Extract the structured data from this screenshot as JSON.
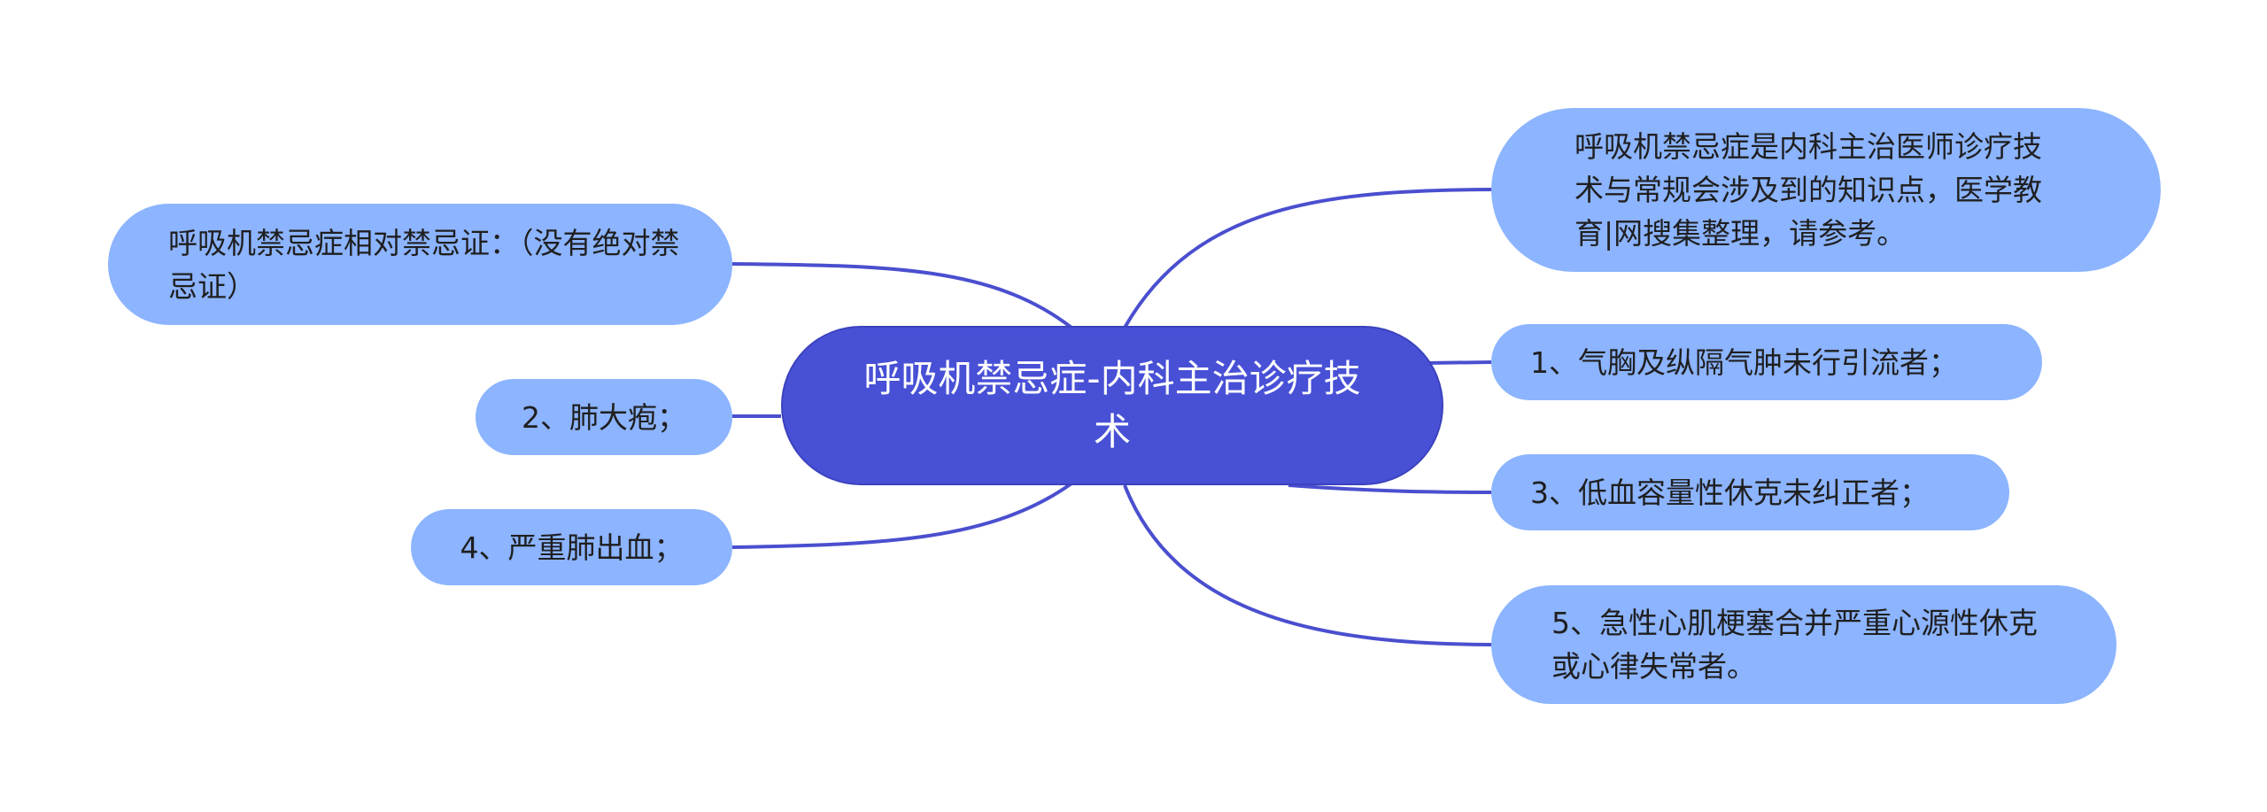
{
  "mindmap": {
    "central_topic": "呼吸机禁忌症-内科主治诊疗技术",
    "colors": {
      "center_fill": "#4850d6",
      "node_fill": "#8cb4ff",
      "connector": "#4a4fcf"
    },
    "left_nodes": [
      {
        "text": "呼吸机禁忌症相对禁忌证：（没有绝对禁忌证）"
      },
      {
        "text": "2、肺大疱；"
      },
      {
        "text": "4、严重肺出血；"
      }
    ],
    "right_nodes": [
      {
        "text": "呼吸机禁忌症是内科主治医师诊疗技术与常规会涉及到的知识点，医学教育|网搜集整理，请参考。"
      },
      {
        "text": "1、气胸及纵隔气肿未行引流者；"
      },
      {
        "text": "3、低血容量性休克未纠正者；"
      },
      {
        "text": "5、急性心肌梗塞合并严重心源性休克或心律失常者。"
      }
    ]
  }
}
